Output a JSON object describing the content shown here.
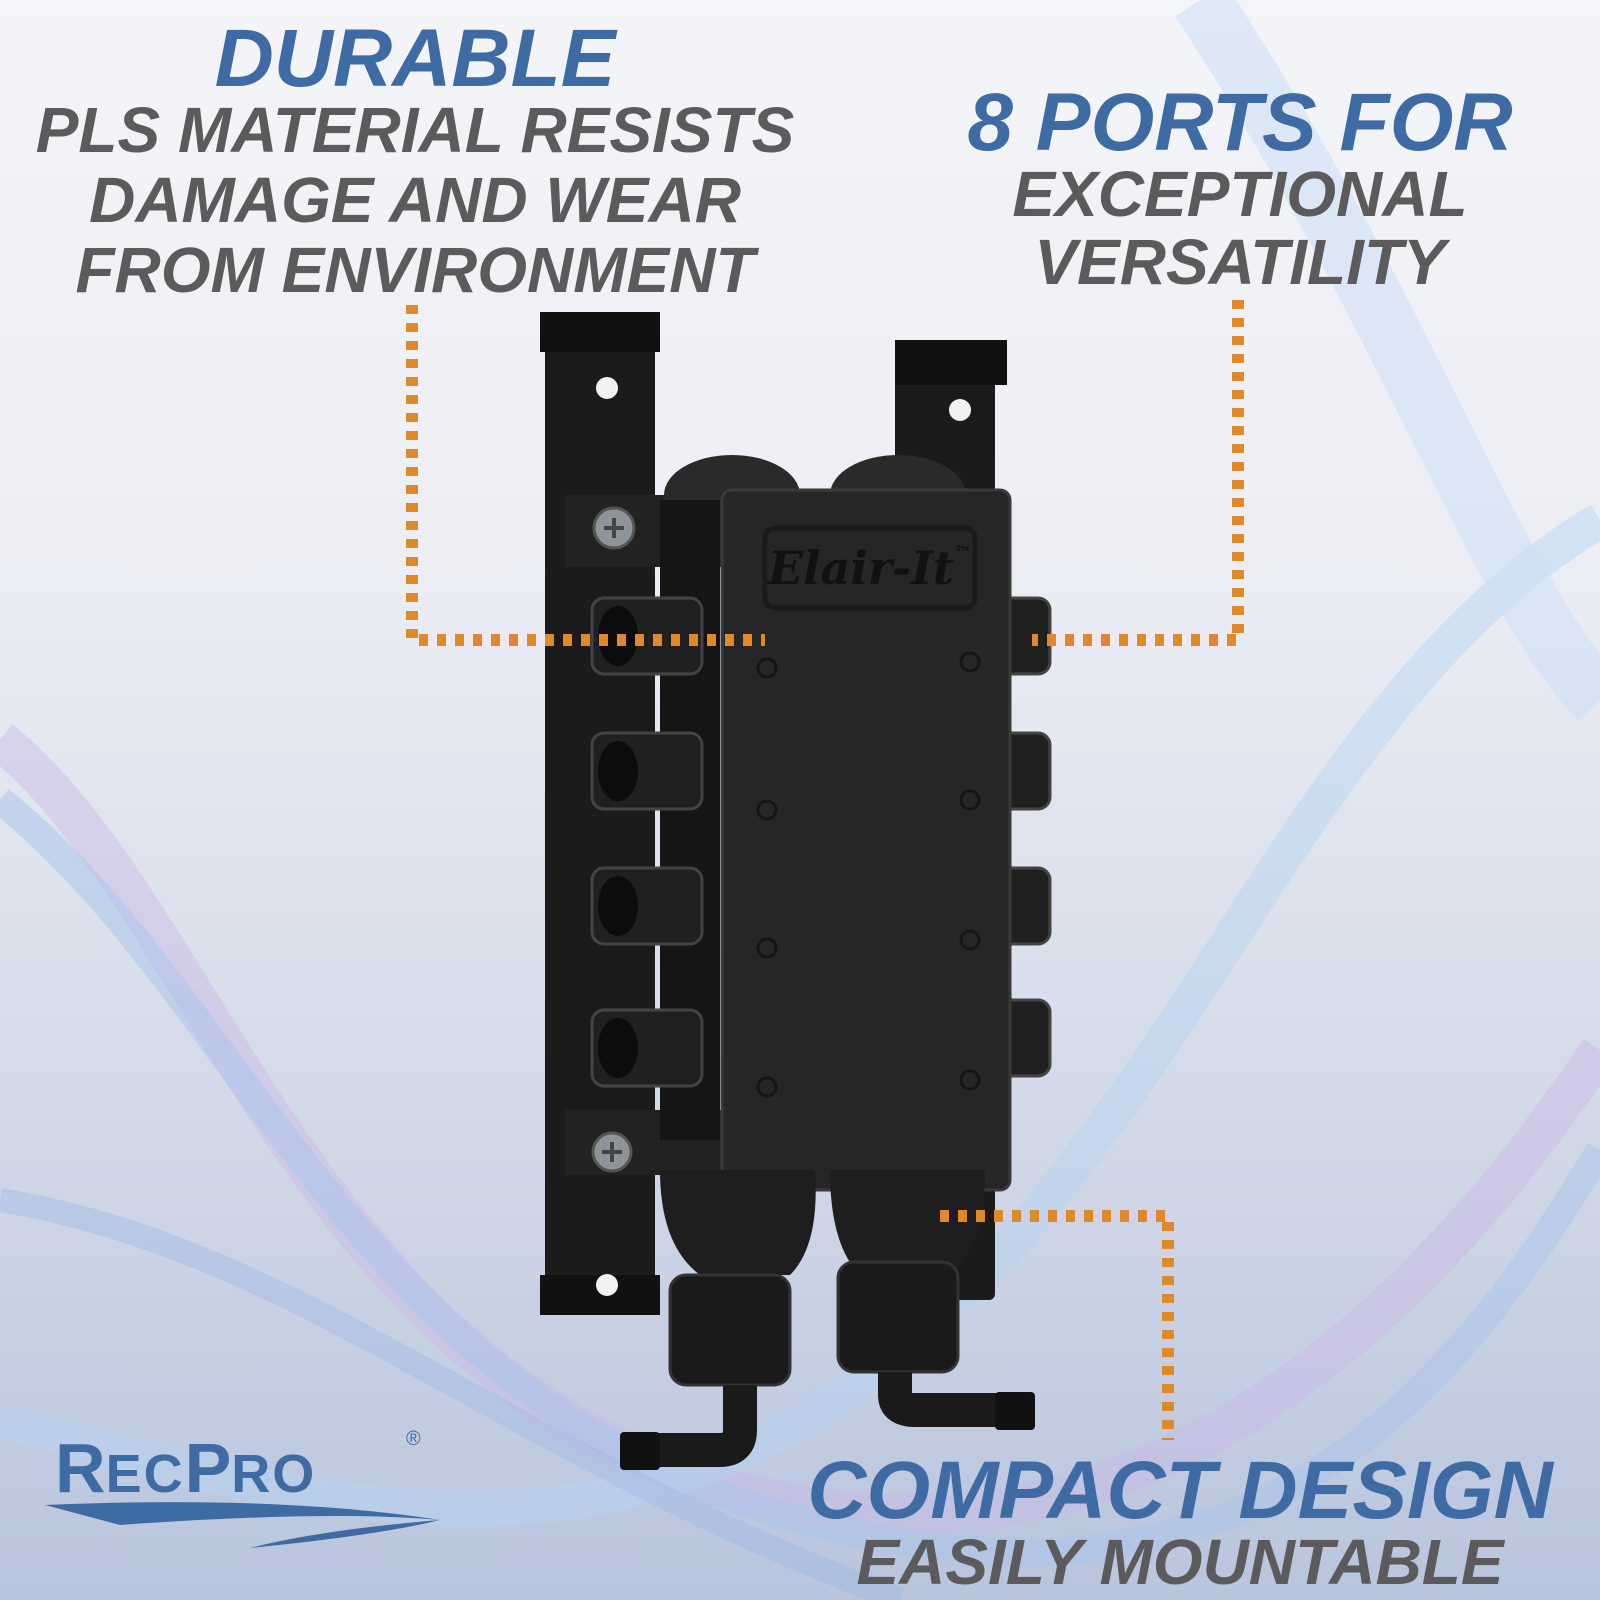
{
  "features": {
    "durable": {
      "title": "DURABLE",
      "lines": [
        "PLS MATERIAL RESISTS",
        "DAMAGE AND WEAR",
        "FROM ENVIRONMENT"
      ]
    },
    "ports": {
      "title": "8 PORTS FOR",
      "lines": [
        "EXCEPTIONAL",
        "VERSATILITY"
      ]
    },
    "compact": {
      "title": "COMPACT DESIGN",
      "lines": [
        "EASILY MOUNTABLE"
      ]
    }
  },
  "product": {
    "brand_mark": "Elair-It",
    "trademark": "™",
    "port_count": 8
  },
  "logo": {
    "r": "R",
    "ec": "EC",
    "p": "P",
    "ro": "RO",
    "registered": "®"
  },
  "colors": {
    "accent_blue": "#3f6ba4",
    "text_gray": "#5b5b5b",
    "callout_orange": "#e0892a",
    "product_black": "#1b1b1b"
  }
}
